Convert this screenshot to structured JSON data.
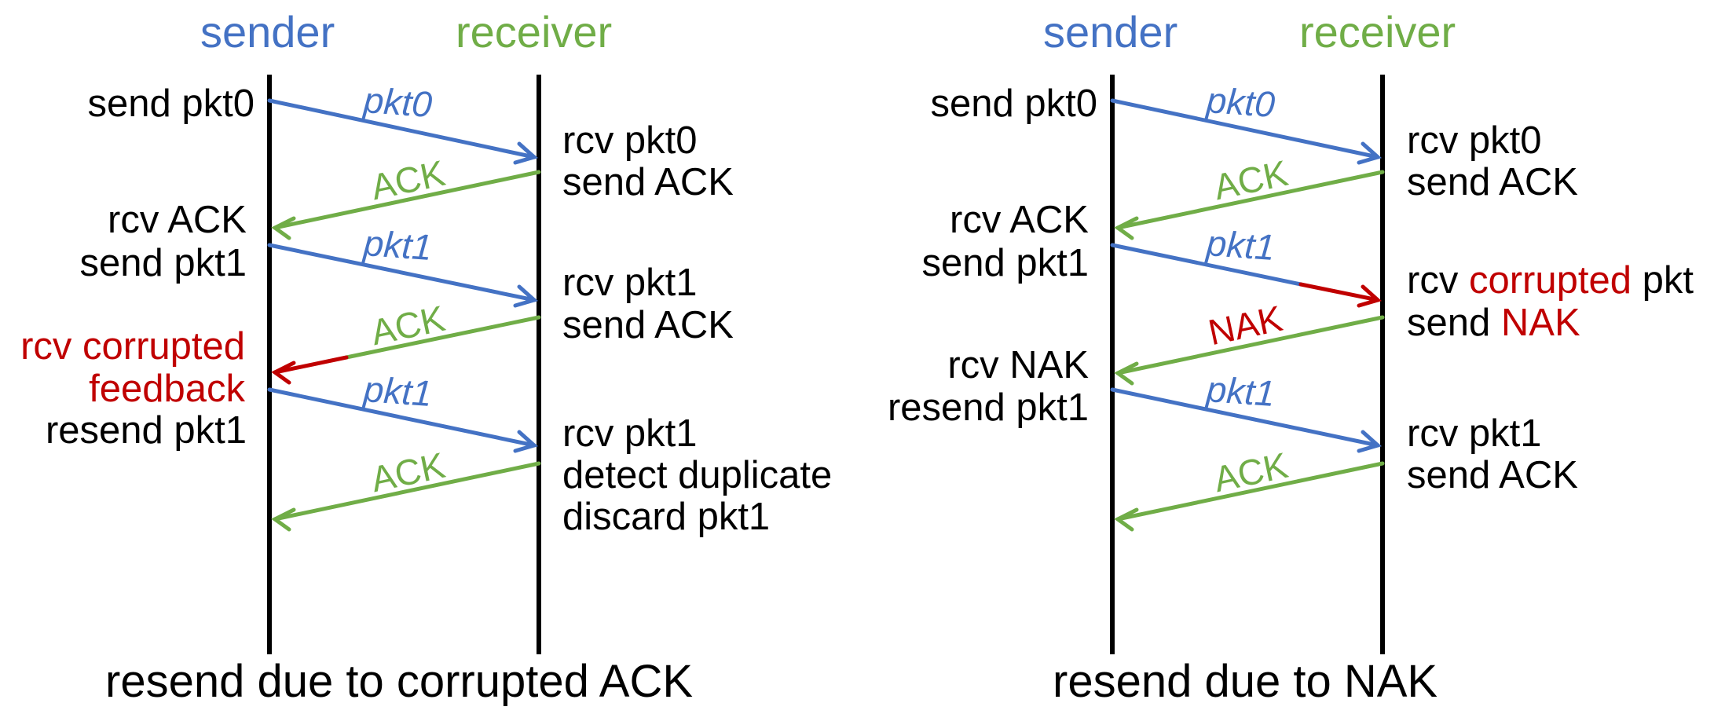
{
  "colors": {
    "sender": "#4472C4",
    "receiver": "#70AD47",
    "error": "#C00000",
    "text": "#000000",
    "timeline": "#000000"
  },
  "left": {
    "sender_header": "sender",
    "receiver_header": "receiver",
    "caption": "resend due to corrupted ACK",
    "sender_labels": {
      "l1": "send pkt0",
      "l2a": "rcv ACK",
      "l2b": "send pkt1",
      "l3a": "rcv corrupted",
      "l3b": "feedback",
      "l4": "resend pkt1"
    },
    "receiver_labels": {
      "r1a": "rcv pkt0",
      "r1b": "send ACK",
      "r2a": "rcv pkt1",
      "r2b": "send ACK",
      "r3a": "rcv pkt1",
      "r3b": "detect duplicate",
      "r3c": "discard pkt1"
    },
    "messages": {
      "m1": "pkt0",
      "m2": "ACK",
      "m3": "pkt1",
      "m4": "ACK",
      "m5": "pkt1",
      "m6": "ACK"
    }
  },
  "right": {
    "sender_header": "sender",
    "receiver_header": "receiver",
    "caption": "resend due to NAK",
    "sender_labels": {
      "l1": "send pkt0",
      "l2a": "rcv ACK",
      "l2b": "send pkt1",
      "l3a": "rcv NAK",
      "l3b": "resend pkt1"
    },
    "receiver_labels": {
      "r1a": "rcv pkt0",
      "r1b": "send ACK",
      "r2a_pre": "rcv ",
      "r2a_err": "corrupted",
      "r2a_post": " pkt",
      "r2b_pre": "send ",
      "r2b_err": "NAK",
      "r3a": "rcv pkt1",
      "r3b": "send ACK"
    },
    "messages": {
      "m1": "pkt0",
      "m2": "ACK",
      "m3": "pkt1",
      "m4": "NAK",
      "m5": "pkt1",
      "m6": "ACK"
    }
  }
}
